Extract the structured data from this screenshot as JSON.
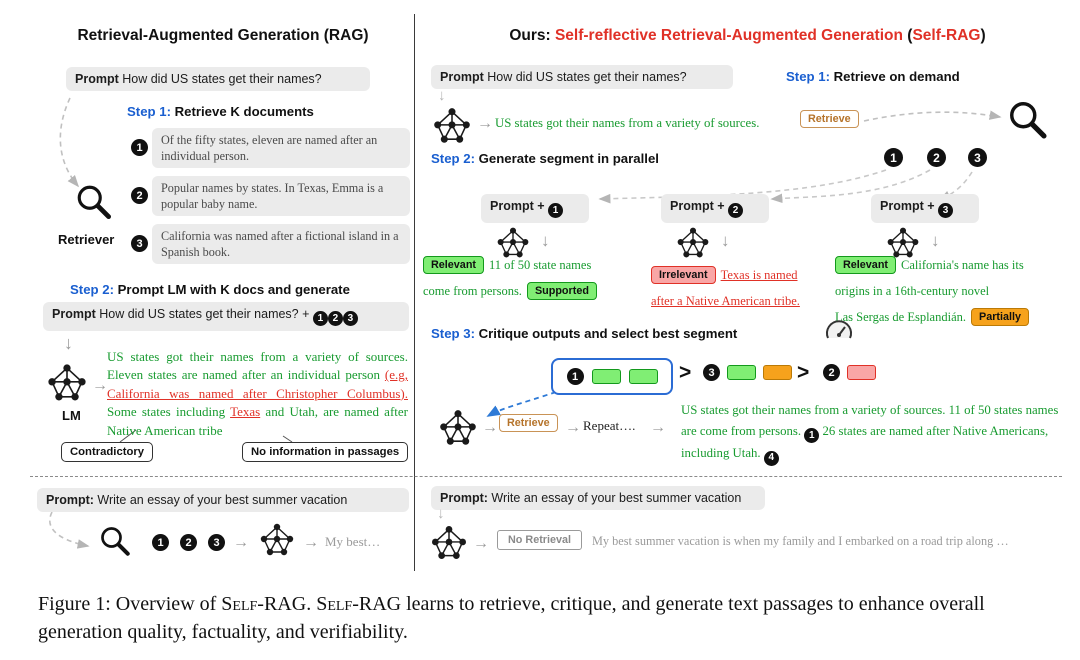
{
  "icons": {
    "arrow_right": "→",
    "arrow_down": "↓",
    "gt": ">"
  },
  "circles": {
    "n1": "1",
    "n2": "2",
    "n3": "3",
    "n4": "4"
  },
  "colors": {
    "green_text": "#189b30",
    "red_text": "#e03127",
    "blue_step": "#1a5fd0",
    "badge_green": "#80ee74",
    "badge_pink": "#f9a6a6",
    "badge_orange": "#f6a21c",
    "retrieve_brown": "#b5732a",
    "box_gray": "#ebebeb"
  },
  "left": {
    "title": "Retrieval-Augmented Generation (RAG)",
    "prompt_label": "Prompt",
    "prompt_colon_label": "Prompt:",
    "prompt_question": "How did US states get their names?",
    "step1_label": "Step 1:",
    "step1_text": "Retrieve K documents",
    "docs": [
      {
        "text": "Of the fifty states, eleven are named after an individual person."
      },
      {
        "text": "Popular names by states. In Texas, Emma is a popular baby name."
      },
      {
        "text": "California was named after a fictional island in a Spanish book."
      }
    ],
    "retriever_label": "Retriever",
    "step2_label": "Step 2:",
    "step2_text": "Prompt LM with K docs and generate",
    "prompt2_text": "How did US states get their names? +",
    "lm_label": "LM",
    "gen": {
      "g1": "US states got their names from a variety of sources. Eleven states are named after an individual person ",
      "r1": "(e.g, California was named after Christopher Columbus).",
      "g2": " Some states including ",
      "r2": "Texas",
      "g3": " and Utah, are named after ",
      "g4": "Native American tribe"
    },
    "callout_contradictory": "Contradictory",
    "callout_noinfo": "No information in passages",
    "essay_prompt": "Write an essay of your best summer vacation",
    "my_best": "My best…"
  },
  "right": {
    "title_ours": "Ours:",
    "title_main": "Self-reflective Retrieval-Augmented Generation",
    "title_open": "(",
    "title_selfrag": "Self-RAG",
    "title_close": ")",
    "prompt_label": "Prompt",
    "prompt_colon_label": "Prompt:",
    "prompt_question": "How did US states get their names?",
    "step1_label": "Step 1:",
    "step1_text": "Retrieve on demand",
    "gen1": "US states got their names from a variety of sources.",
    "retrieve_badge": "Retrieve",
    "step2_label": "Step 2:",
    "step2_text": "Generate segment in parallel",
    "prompt_plus": "Prompt +",
    "col1": {
      "badge1": "Relevant",
      "line1": "11 of 50 state names",
      "line2": "come from persons.",
      "badge2": "Supported"
    },
    "col2": {
      "badge1": "Irrelevant",
      "line1": "Texas is named",
      "line2": "after a Native American tribe."
    },
    "col3": {
      "badge1": "Relevant",
      "line1": "California's name has its",
      "line2": "origins in a 16th-century novel",
      "line3": "Las Sergas de Esplandián.",
      "badge2": "Partially"
    },
    "step3_label": "Step 3:",
    "step3_text": "Critique outputs and select best segment",
    "retrieve_badge2": "Retrieve",
    "repeat_text": "Repeat….",
    "final": {
      "g1": "US states got their names from a variety of sources. 11 of 50 states names are come from persons. ",
      "g2": " 26 states are named after Native Americans, including Utah. "
    },
    "essay_prompt": "Write an essay of your best summer vacation",
    "no_retrieval_badge": "No Retrieval",
    "bottom_text": "My best summer vacation is when my family and I embarked on a road trip along …"
  },
  "caption": {
    "prefix": "Figure 1: Overview of ",
    "sc1": "Self-RAG",
    "mid": ". ",
    "sc2": "Self-RAG",
    "rest": " learns to retrieve, critique, and generate text passages to enhance overall generation quality, factuality, and verifiability."
  }
}
